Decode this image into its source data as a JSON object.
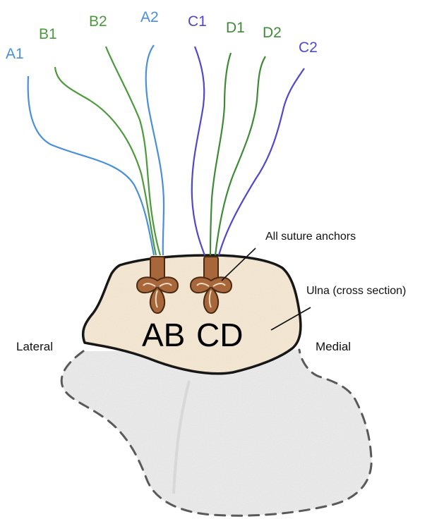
{
  "sutures": [
    {
      "id": "A1",
      "label": "A1",
      "color": "#4a8fd9"
    },
    {
      "id": "B1",
      "label": "B1",
      "color": "#4c9a3b"
    },
    {
      "id": "B2",
      "label": "B2",
      "color": "#4c9a3b"
    },
    {
      "id": "A2",
      "label": "A2",
      "color": "#4a8fd9"
    },
    {
      "id": "C1",
      "label": "C1",
      "color": "#5048c8"
    },
    {
      "id": "D1",
      "label": "D1",
      "color": "#3f8a36"
    },
    {
      "id": "D2",
      "label": "D2",
      "color": "#3f8a36"
    },
    {
      "id": "C2",
      "label": "C2",
      "color": "#5048c8"
    }
  ],
  "anchors": {
    "left_label": "AB",
    "right_label": "CD",
    "color": "#a8673b"
  },
  "annotations": {
    "all_suture_anchors": "All suture anchors",
    "ulna": "Ulna (cross section)",
    "lateral": "Lateral",
    "medial": "Medial"
  },
  "colors": {
    "bone_fill": "#f6e9d3",
    "lower_bone_fill": "#ececec",
    "outline": "#111111",
    "dashed_outline": "#555555"
  }
}
